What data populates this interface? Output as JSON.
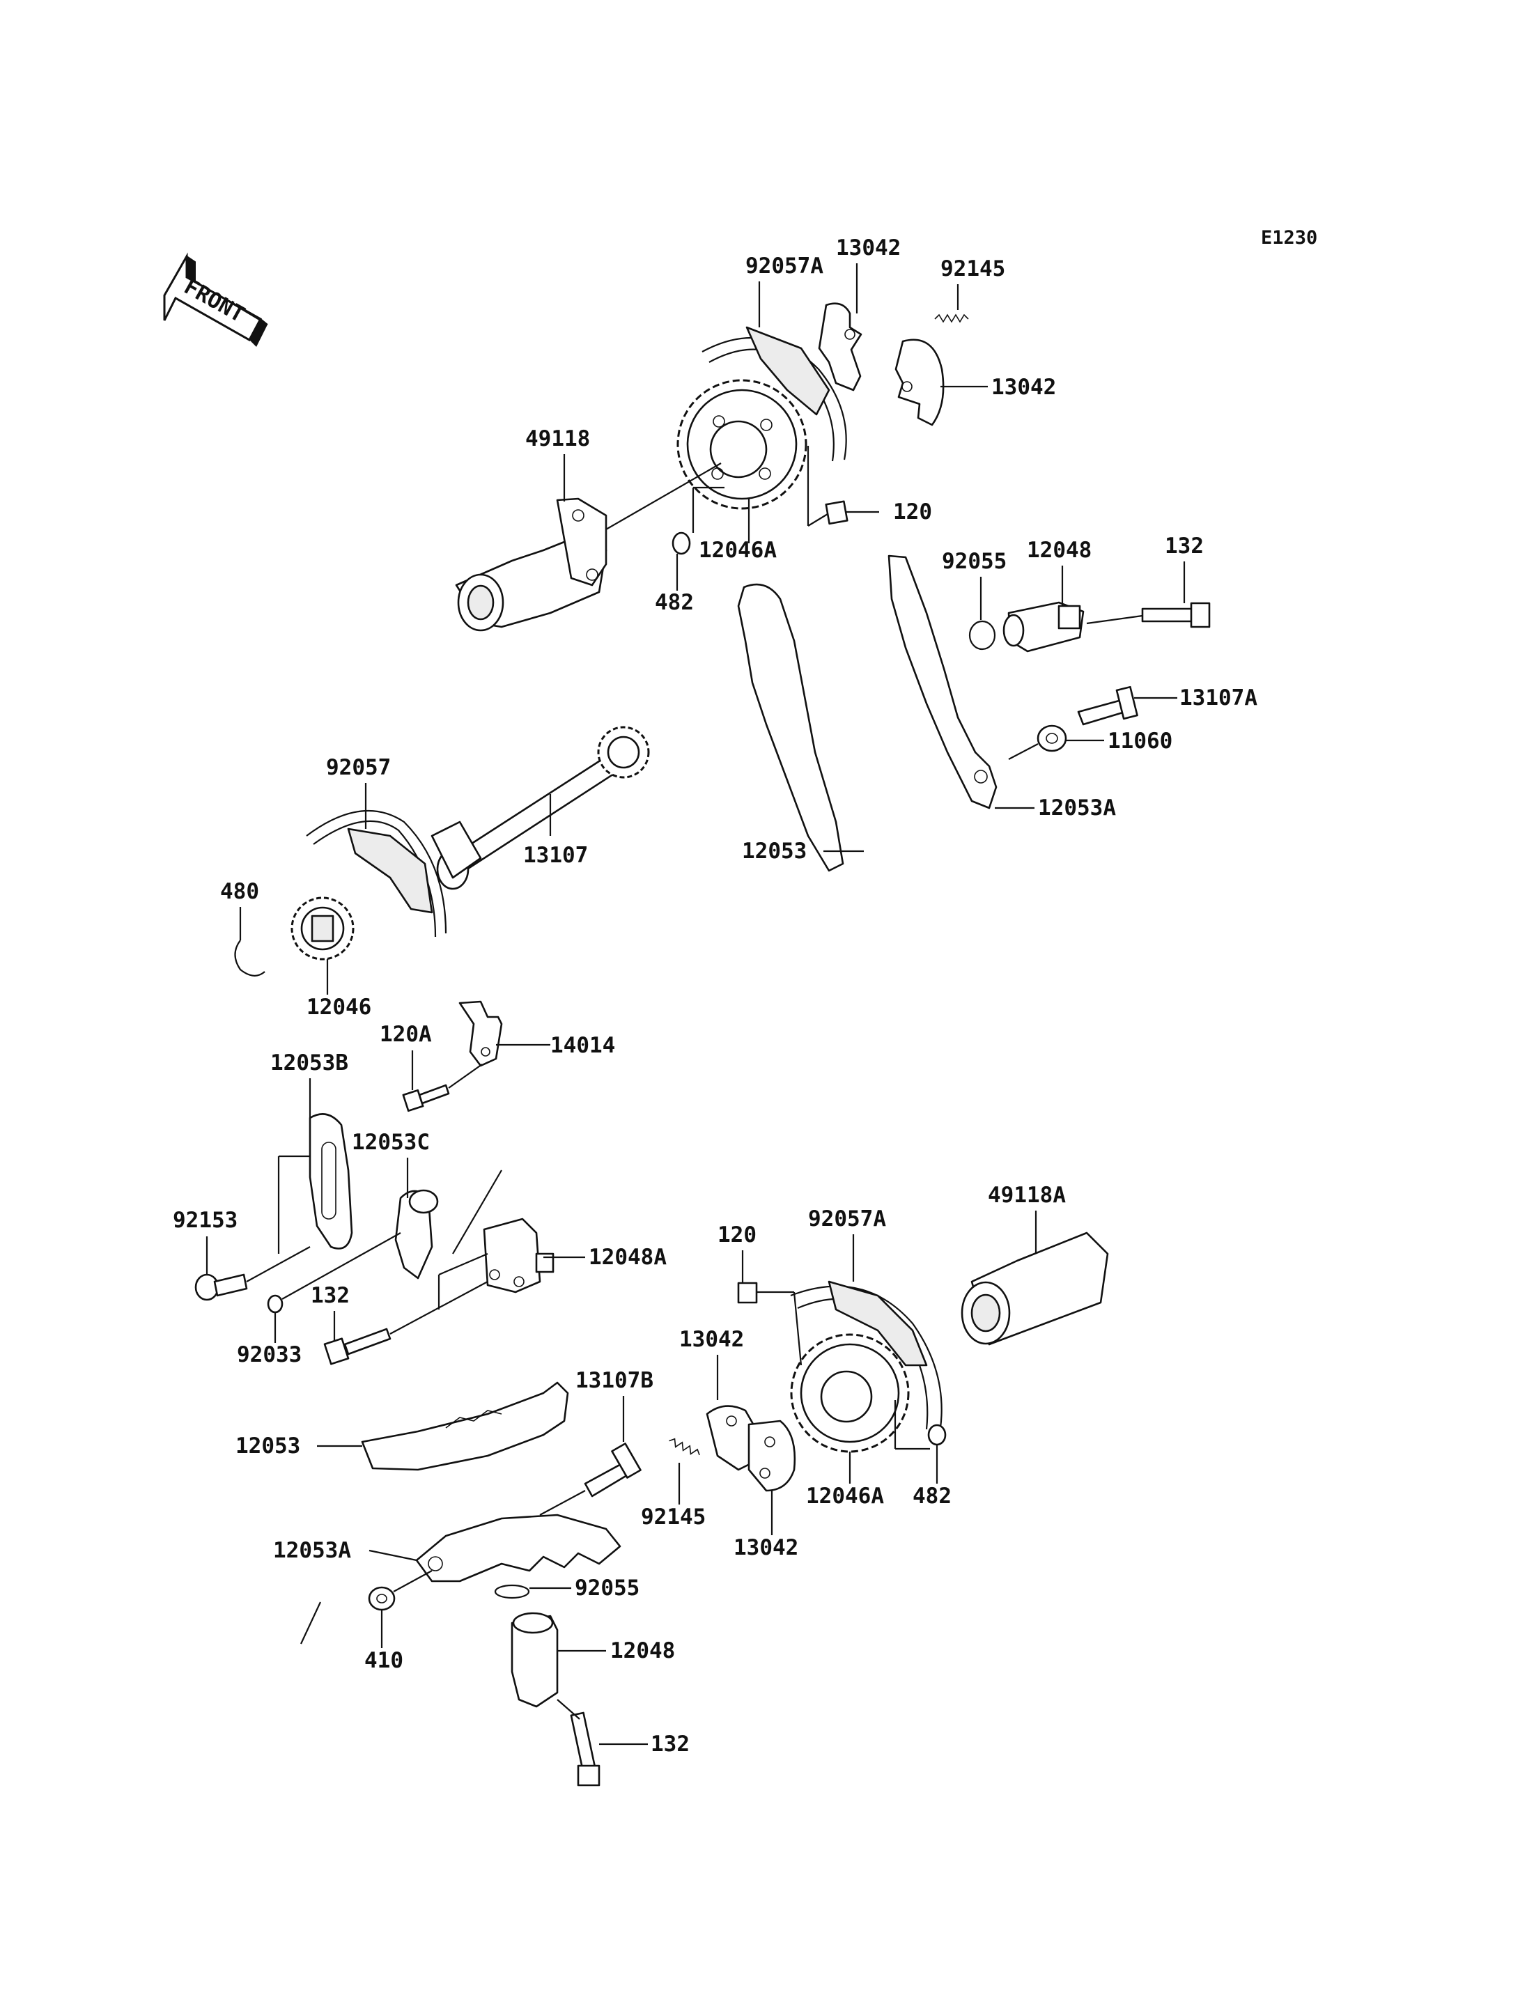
{
  "diagram_code": "E1230",
  "front_arrow_label": "FRONT",
  "labels": {
    "l_92057A_top": "92057A",
    "l_13042_a": "13042",
    "l_92145_top": "92145",
    "l_13042_b": "13042",
    "l_49118": "49118",
    "l_120_top": "120",
    "l_12046A_top": "12046A",
    "l_482_top": "482",
    "l_92055_top": "92055",
    "l_12048_top": "12048",
    "l_132_top": "132",
    "l_13107A": "13107A",
    "l_11060": "11060",
    "l_12053A_top": "12053A",
    "l_12053_top": "12053",
    "l_92057": "92057",
    "l_13107": "13107",
    "l_480": "480",
    "l_12046": "12046",
    "l_120A": "120A",
    "l_14014": "14014",
    "l_12053B": "12053B",
    "l_12053C": "12053C",
    "l_92153": "92153",
    "l_12048A": "12048A",
    "l_132_mid": "132",
    "l_92033": "92033",
    "l_120_bot": "120",
    "l_92057A_bot": "92057A",
    "l_49118A": "49118A",
    "l_13042_c": "13042",
    "l_13107B": "13107B",
    "l_12053_bot": "12053",
    "l_92145_bot": "92145",
    "l_12046A_bot": "12046A",
    "l_482_bot": "482",
    "l_13042_d": "13042",
    "l_12053A_bot": "12053A",
    "l_92055_bot": "92055",
    "l_410": "410",
    "l_12048_bot": "12048",
    "l_132_bot": "132"
  }
}
